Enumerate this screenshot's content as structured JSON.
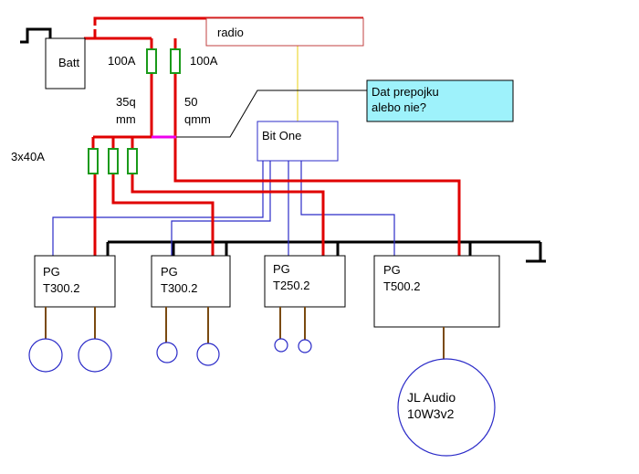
{
  "labels": {
    "batt": "Batt",
    "radio": "radio",
    "fuse_100a_1": "100A",
    "fuse_100a_2": "100A",
    "cable_35q_line1": "35q",
    "cable_35q_line2": "mm",
    "cable_50_line1": "50",
    "cable_50_line2": "qmm",
    "fuses_3x40a": "3x40A",
    "bitone": "Bit One",
    "note_line1": "Dat prepojku",
    "note_line2": "alebo nie?",
    "amp1_line1": "PG",
    "amp1_line2": "T300.2",
    "amp2_line1": "PG",
    "amp2_line2": "T300.2",
    "amp3_line1": "PG",
    "amp3_line2": "T250.2",
    "amp4_line1": "PG",
    "amp4_line2": "T500.2",
    "sub_line1": "JL Audio",
    "sub_line2": "10W3v2"
  },
  "colors": {
    "power": "#e00000",
    "ground": "#000000",
    "signal": "#2b2bc8",
    "radio_box": "#c04040",
    "radio_link": "#f0e060",
    "fuse": "#1a9a1a",
    "note_bg": "#9ef2fb",
    "junction": "#ee00ee",
    "speaker_wire": "#7a4a10"
  }
}
